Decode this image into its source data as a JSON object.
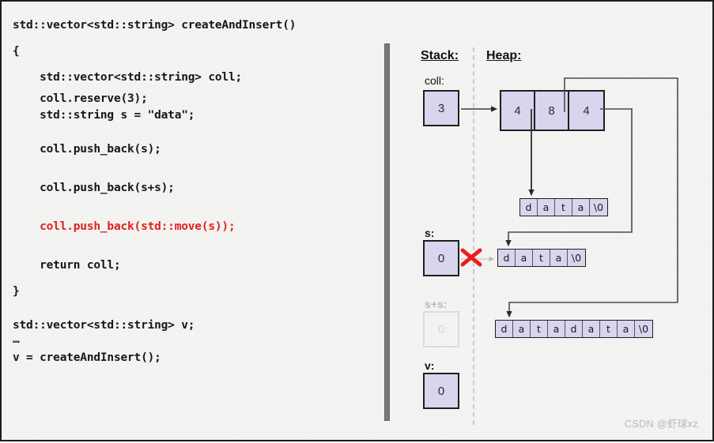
{
  "code": {
    "lines": [
      {
        "text": "std::vector<std::string> createAndInsert()",
        "color": "black",
        "indent": 0
      },
      {
        "text": "{",
        "color": "black",
        "indent": 0
      },
      {
        "text": "    std::vector<std::string> coll;",
        "color": "black",
        "indent": 1
      },
      {
        "text": "    coll.reserve(3);",
        "color": "black",
        "indent": 1
      },
      {
        "text": "    std::string s = \"data\";",
        "color": "black",
        "indent": 1
      },
      {
        "text": "",
        "color": "black",
        "indent": 0
      },
      {
        "text": "    coll.push_back(s);",
        "color": "black",
        "indent": 1
      },
      {
        "text": "",
        "color": "black",
        "indent": 0
      },
      {
        "text": "    coll.push_back(s+s);",
        "color": "black",
        "indent": 1
      },
      {
        "text": "",
        "color": "black",
        "indent": 0
      },
      {
        "text": "    coll.push_back(std::move(s));",
        "color": "red",
        "indent": 1
      },
      {
        "text": "",
        "color": "black",
        "indent": 0
      },
      {
        "text": "    return coll;",
        "color": "black",
        "indent": 1
      },
      {
        "text": "}",
        "color": "black",
        "indent": 0
      },
      {
        "text": "",
        "color": "black",
        "indent": 0
      },
      {
        "text": "std::vector<std::string> v;",
        "color": "black",
        "indent": 0
      },
      {
        "text": "…",
        "color": "black",
        "indent": 0
      },
      {
        "text": "v = createAndInsert();",
        "color": "black",
        "indent": 0
      }
    ],
    "highlight_color": "#e02020",
    "text_color": "#161616"
  },
  "diagram": {
    "headers": {
      "stack": "Stack:",
      "heap": "Heap:"
    },
    "stack_vars": [
      {
        "name": "coll:",
        "value": "3",
        "faded": false
      },
      {
        "name": "s:",
        "value": "0",
        "faded": false
      },
      {
        "name": "s+s:",
        "value": "0",
        "faded": true
      },
      {
        "name": "v:",
        "value": "0",
        "faded": false
      }
    ],
    "heap_array": {
      "label": "vector buffer",
      "cells": [
        "4",
        "8",
        "4"
      ]
    },
    "heap_strings": [
      {
        "id": "str-data-1",
        "chars": [
          "d",
          "a",
          "t",
          "a",
          "\\0"
        ]
      },
      {
        "id": "str-data-2",
        "chars": [
          "d",
          "a",
          "t",
          "a",
          "\\0"
        ]
      },
      {
        "id": "str-datadata",
        "chars": [
          "d",
          "a",
          "t",
          "a",
          "d",
          "a",
          "t",
          "a",
          "\\0"
        ]
      }
    ],
    "colors": {
      "box_fill": "#d9d5ee",
      "box_border": "#1f1f1f",
      "faded_border": "#dcdcdc",
      "wire": "#4a4a4a",
      "x_mark": "#ee1b1b",
      "divider_bar": "#777777",
      "dashed_divider": "#c9c9c9",
      "background": "#f4f4f2"
    },
    "x_mark_meaning": "s no longer owns its buffer (moved-from)"
  },
  "watermark": "CSDN @虾球xz"
}
